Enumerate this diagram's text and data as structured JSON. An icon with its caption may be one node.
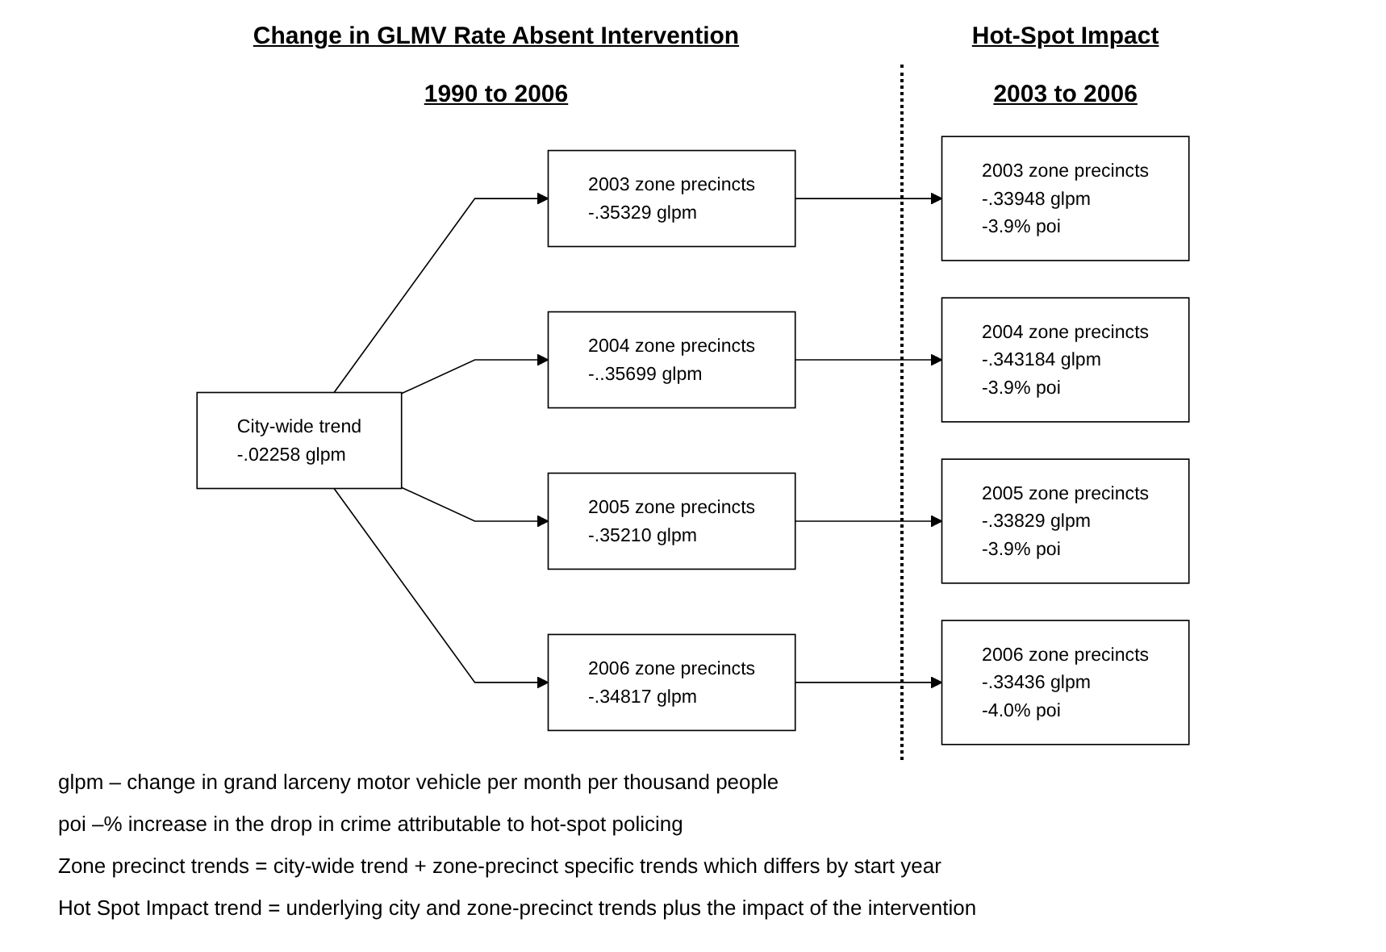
{
  "diagram": {
    "nodes": [
      {
        "text": [
          "City-wide trend",
          "-.02258 glpm"
        ]
      },
      {
        "text": [
          "2003 zone precincts",
          "-.35329 glpm"
        ]
      },
      {
        "text": [
          "2004 zone precincts",
          "-..35699  glpm"
        ]
      },
      {
        "text": [
          "2005 zone precincts",
          "-.35210 glpm"
        ]
      },
      {
        "text": [
          "2006 zone precincts",
          "-.34817 glpm"
        ]
      },
      {
        "text": [
          "2003 zone precincts",
          "-.33948 glpm",
          "-3.9% poi"
        ]
      },
      {
        "text": [
          "2004 zone precincts",
          "-.343184 glpm",
          "-3.9% poi"
        ]
      },
      {
        "text": [
          "2005 zone precincts",
          "-.33829 glpm",
          "-3.9% poi"
        ]
      },
      {
        "text": [
          "2006 zone precincts",
          "-.33436 glpm",
          "-4.0% poi"
        ]
      }
    ],
    "edges": [
      {
        "from": 0,
        "to": 1,
        "arrow": "to"
      },
      {
        "from": 0,
        "to": 2,
        "arrow": "to"
      },
      {
        "from": 0,
        "to": 3,
        "arrow": "to"
      },
      {
        "from": 0,
        "to": 4,
        "arrow": "to"
      },
      {
        "from": 1,
        "to": 5,
        "arrow": "to"
      },
      {
        "from": 2,
        "to": 6,
        "arrow": "to"
      },
      {
        "from": 3,
        "to": 7,
        "arrow": "to"
      },
      {
        "from": 4,
        "to": 8,
        "arrow": "to"
      }
    ],
    "labels": [
      "Change in GLMV Rate Absent Intervention",
      "Hot-Spot Impact",
      "1990 to 2006",
      "2003 to 2006",
      "glpm – change in grand larceny motor vehicle per month per thousand people",
      "poi –% increase in the drop in crime attributable to hot-spot policing",
      "Zone precinct trends = city-wide trend + zone-precinct  specific trends which differs by start year",
      "Hot Spot Impact trend = underlying city and zone-precinct trends plus the impact of the intervention"
    ]
  }
}
